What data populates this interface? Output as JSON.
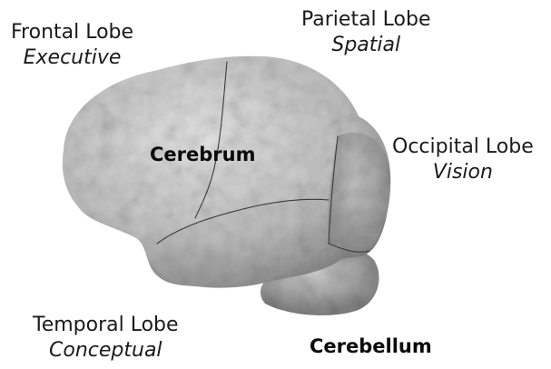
{
  "labels": {
    "frontal": {
      "name": "Frontal Lobe",
      "function": "Executive"
    },
    "parietal": {
      "name": "Parietal Lobe",
      "function": "Spatial"
    },
    "occipital": {
      "name": "Occipital Lobe",
      "function": "Vision"
    },
    "temporal": {
      "name": "Temporal Lobe",
      "function": "Conceptual"
    },
    "cerebrum": "Cerebrum",
    "cerebellum": "Cerebellum"
  },
  "colors": {
    "brain_light": "#e4e4e4",
    "brain_mid": "#b4b4b4",
    "brain_dark": "#6e6e6e",
    "boundary_line": "#3a3a3a",
    "text": "#1a1a1a"
  }
}
